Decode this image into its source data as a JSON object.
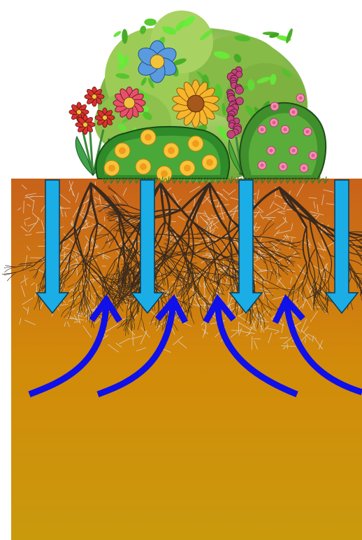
{
  "diagram": {
    "kind": "illustration",
    "subject": "flower-bed-with-roots-in-soil",
    "soil_colors": {
      "top": "#C8621A",
      "middle": "#D28A0A",
      "bottom": "#C99A0C"
    },
    "downward_arrow_color": "#1AADE6",
    "downward_arrow_outline": "#0B3A57",
    "upward_arrow_color": "#1010E8",
    "root_color": "#3A2A1E",
    "root_hair_color": "#DDD6CC",
    "plants": [
      {
        "icon": "red-daisy-cluster-icon"
      },
      {
        "icon": "pink-daisy-icon"
      },
      {
        "icon": "blue-flower-icon"
      },
      {
        "icon": "yellow-flower-shrub-icon"
      },
      {
        "icon": "orange-sunflower-icon"
      },
      {
        "icon": "pink-hyacinth-icon"
      },
      {
        "icon": "pink-rose-bush-icon"
      }
    ],
    "down_arrow_count": 4,
    "up_arrow_count": 4
  }
}
